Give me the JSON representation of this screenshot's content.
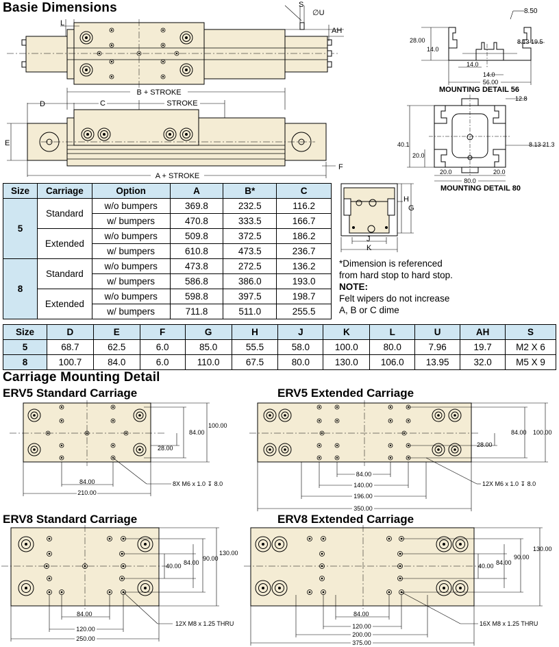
{
  "titles": {
    "basic": "Basie Dimensions",
    "mount_detail": "Carriage Mounting Detail",
    "erv5_std": "ERV5 Standard Carriage",
    "erv5_ext": "ERV5 Extended Carriage",
    "erv8_std": "ERV8 Standard Carriage",
    "erv8_ext": "ERV8 Extended Carriage",
    "md56": "MOUNTING DETAIL 56",
    "md80": "MOUNTING DETAIL 80"
  },
  "basic_labels": {
    "L": "L",
    "S": "S",
    "U": "∅U",
    "AH": "AH",
    "D": "D",
    "C": "C",
    "stroke": "STROKE",
    "b_stroke": "B + STROKE",
    "a_stroke": "A + STROKE",
    "E": "E",
    "F": "F"
  },
  "end_view_labels": {
    "H": "H",
    "G": "G",
    "J": "J",
    "K": "K"
  },
  "md56_labels": {
    "d850": "8.50",
    "d2800": "28.00",
    "d140a": "14.0",
    "d813": "8.13",
    "d195": "19.5",
    "d140b": "14.0",
    "d140c": "14.0",
    "d5600": "56.00"
  },
  "md80_labels": {
    "d128": "12.8",
    "d401": "40.1",
    "d200a": "20.0",
    "d813": "8.13",
    "d213": "21.3",
    "d200b": "20.0",
    "d200c": "20.0",
    "d800": "80.0"
  },
  "table1": {
    "headers": [
      "Size",
      "Carriage",
      "Option",
      "A",
      "B*",
      "C"
    ],
    "rows": [
      {
        "size": "5",
        "carriage": "Standard",
        "option": "w/o bumpers",
        "a": "369.8",
        "b": "232.5",
        "c": "116.2"
      },
      {
        "option": "w/ bumpers",
        "a": "470.8",
        "b": "333.5",
        "c": "166.7"
      },
      {
        "carriage": "Extended",
        "option": "w/o bumpers",
        "a": "509.8",
        "b": "372.5",
        "c": "186.2"
      },
      {
        "option": "w/ bumpers",
        "a": "610.8",
        "b": "473.5",
        "c": "236.7"
      },
      {
        "size": "8",
        "carriage": "Standard",
        "option": "w/o bumpers",
        "a": "473.8",
        "b": "272.5",
        "c": "136.2"
      },
      {
        "option": "w/ bumpers",
        "a": "586.8",
        "b": "386.0",
        "c": "193.0"
      },
      {
        "carriage": "Extended",
        "option": "w/o bumpers",
        "a": "598.8",
        "b": "397.5",
        "c": "198.7"
      },
      {
        "option": "w/ bumpers",
        "a": "711.8",
        "b": "511.0",
        "c": "255.5"
      }
    ]
  },
  "notes": {
    "line1": "*Dimension is referenced",
    "line2": "from hard stop to hard stop.",
    "note_title": "NOTE:",
    "line3": "Felt wipers do not increase",
    "line4": "A, B or C dimе"
  },
  "table2": {
    "headers": [
      "Size",
      "D",
      "E",
      "F",
      "G",
      "H",
      "J",
      "K",
      "L",
      "U",
      "AH",
      "S"
    ],
    "rows": [
      [
        "5",
        "68.7",
        "62.5",
        "6.0",
        "85.0",
        "55.5",
        "58.0",
        "100.0",
        "80.0",
        "7.96",
        "19.7",
        "M2 X 6"
      ],
      [
        "8",
        "100.7",
        "84.0",
        "6.0",
        "110.0",
        "67.5",
        "80.0",
        "130.0",
        "106.0",
        "13.95",
        "32.0",
        "M5 X 9"
      ]
    ]
  },
  "erv5_std_dims": {
    "w": "210.00",
    "p": "84.00",
    "h": "100.00",
    "m": "84.00",
    "s": "28.00",
    "holes": "8X M6 x 1.0 ↧ 8.0"
  },
  "erv5_ext_dims": {
    "w": "350.00",
    "p1": "84.00",
    "p2": "140.00",
    "p3": "196.00",
    "h": "100.00",
    "m": "84.00",
    "s": "28.00",
    "holes": "12X M6 x 1.0 ↧ 8.0"
  },
  "erv8_std_dims": {
    "w": "250.00",
    "p1": "84.00",
    "p2": "120.00",
    "h": "130.00",
    "m1": "90.00",
    "m2": "84.00",
    "m3": "40.00",
    "holes": "12X M8 x 1.25 THRU"
  },
  "erv8_ext_dims": {
    "w": "375.00",
    "p1": "84.00",
    "p2": "120.00",
    "p3": "200.00",
    "h": "130.00",
    "m1": "90.00",
    "m2": "84.00",
    "m3": "40.00",
    "holes": "16X  M8 x 1.25 THRU"
  },
  "colors": {
    "part": "#f4ecd4",
    "header": "#cfe6f2",
    "line": "#000000"
  }
}
